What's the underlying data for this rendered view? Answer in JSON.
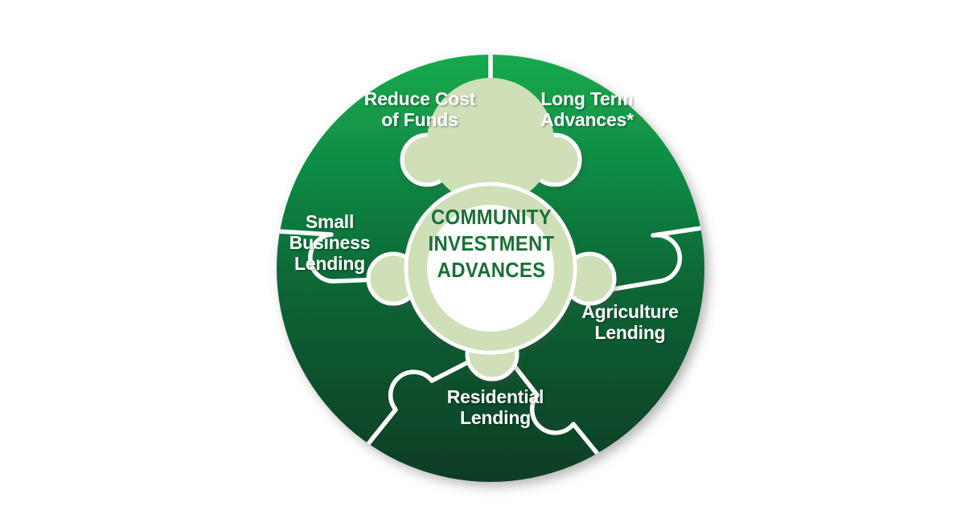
{
  "diagram": {
    "title": "Community Investment Advances",
    "type": "puzzle-wheel",
    "center": {
      "label": "COMMUNITY\nINVESTMENT\nADVANCES",
      "text_color": "#1a7038",
      "disc_color": "#ffffff",
      "ring_color": "#cfdfb8",
      "knob_count": 5
    },
    "outer_ring": {
      "gradient_top_color": "#12a04a",
      "gradient_bottom_color": "#0b4026",
      "divider_color": "#ffffff",
      "segment_count": 5
    },
    "segments": [
      {
        "id": "reduce-cost-of-funds",
        "label": "Reduce Cost\nof Funds",
        "position": "top-left"
      },
      {
        "id": "long-term-advances",
        "label": "Long Term\nAdvances*",
        "position": "top-right"
      },
      {
        "id": "agriculture-lending",
        "label": "Agriculture\nLending",
        "position": "right"
      },
      {
        "id": "residential-lending",
        "label": "Residential\nLending",
        "position": "bottom"
      },
      {
        "id": "small-business-lending",
        "label": "Small\nBusiness\nLending",
        "position": "left"
      }
    ]
  }
}
